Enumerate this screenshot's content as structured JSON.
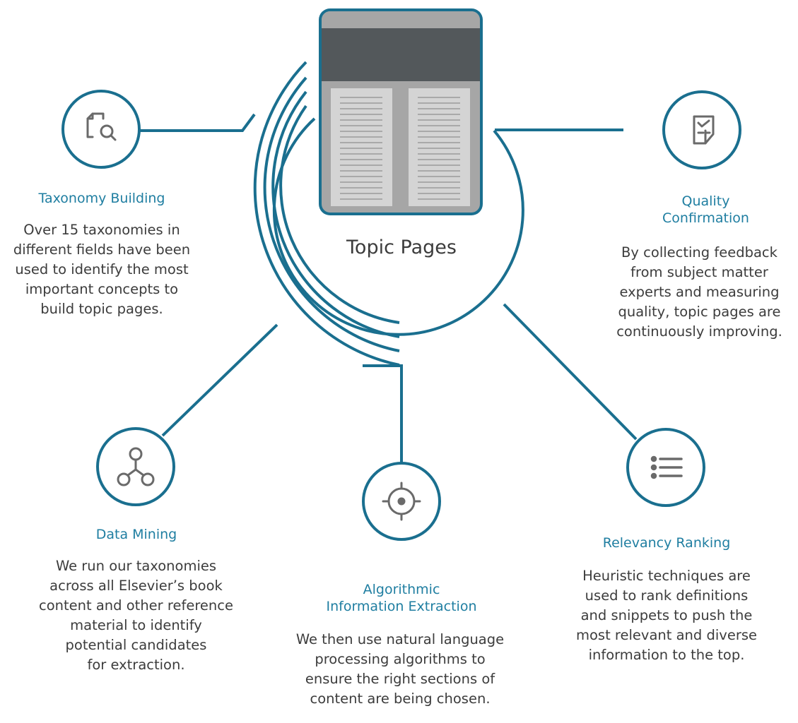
{
  "center": {
    "title": "Topic Pages"
  },
  "nodes": {
    "taxonomy": {
      "icon": "document-search-icon",
      "title": "Taxonomy Building",
      "desc": [
        "Over 15 taxonomies in",
        "different fields have been",
        "used to identify the most",
        "important concepts to",
        "build topic pages."
      ]
    },
    "quality": {
      "icon": "checklist-document-icon",
      "title": [
        "Quality",
        "Confirmation"
      ],
      "desc": [
        "By collecting feedback",
        "from subject matter",
        "experts and measuring",
        "quality, topic pages are",
        "continuously improving."
      ]
    },
    "mining": {
      "icon": "network-nodes-icon",
      "title": "Data Mining",
      "desc": [
        "We run our taxonomies",
        "across all Elsevier’s book",
        "content and other reference",
        "material to identify",
        "potential candidates",
        "for extraction."
      ]
    },
    "extraction": {
      "icon": "crosshair-target-icon",
      "title": [
        "Algorithmic",
        "Information Extraction"
      ],
      "desc": [
        "We then use natural language",
        "processing algorithms to",
        "ensure the right sections of",
        "content are being chosen."
      ]
    },
    "ranking": {
      "icon": "list-icon",
      "title": "Relevancy Ranking",
      "desc": [
        "Heuristic techniques are",
        "used to rank definitions",
        "and snippets to push the",
        "most relevant and diverse",
        "information to the top."
      ]
    }
  },
  "colors": {
    "accent": "#1a6f8f",
    "label": "#1f7ea1",
    "icon": "#6a6a6a",
    "frame": "#53585b",
    "page": "#d4d4d4"
  }
}
